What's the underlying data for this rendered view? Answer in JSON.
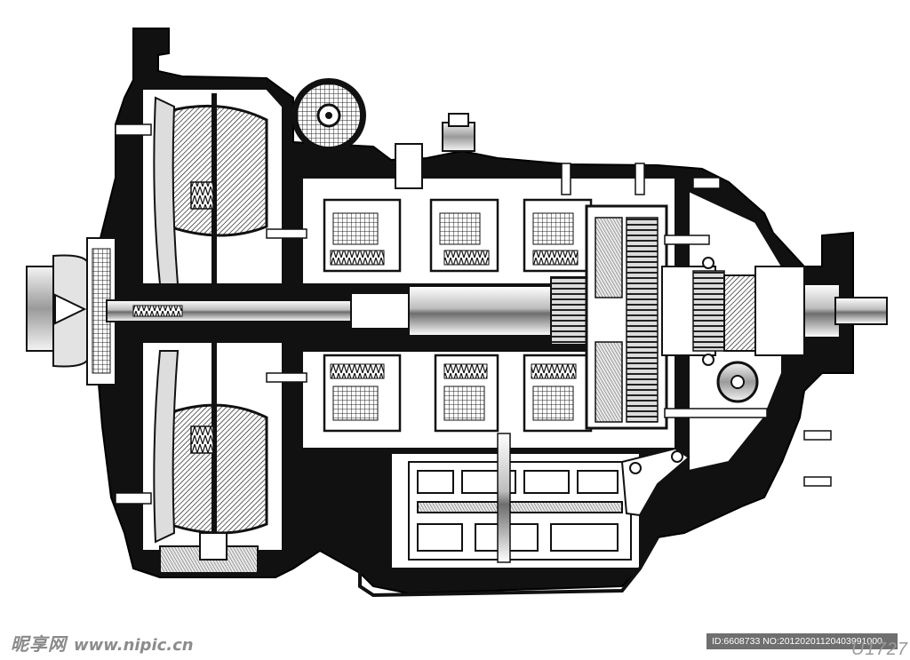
{
  "watermark": {
    "site_logo": "昵享网",
    "site_url": "www.nipic.cn",
    "image_info": "ID:6608733 NO:20120201120403991000",
    "drawing_code": "U1727"
  },
  "colors": {
    "ink": "#111111",
    "paper": "#ffffff",
    "grey_light": "#cfcfcf",
    "grey_mid": "#8d8d8d",
    "grey_dark": "#4a4a4a"
  }
}
